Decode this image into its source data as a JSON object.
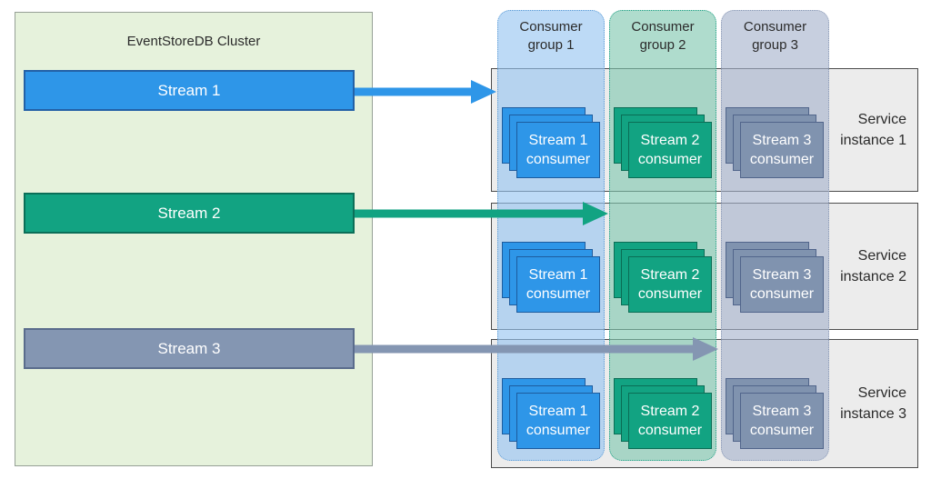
{
  "cluster": {
    "title": "EventStoreDB Cluster",
    "streams": [
      {
        "label": "Stream 1"
      },
      {
        "label": "Stream 2"
      },
      {
        "label": "Stream 3"
      }
    ]
  },
  "consumer_groups": [
    {
      "header": "Consumer group 1",
      "consumer_label": "Stream 1 consumer"
    },
    {
      "header": "Consumer group 2",
      "consumer_label": "Stream 2 consumer"
    },
    {
      "header": "Consumer group 3",
      "consumer_label": "Stream 3 consumer"
    }
  ],
  "service_instances": [
    {
      "label": "Service instance 1"
    },
    {
      "label": "Service instance 2"
    },
    {
      "label": "Service instance 3"
    }
  ],
  "colors": {
    "stream1": "#2e96e8",
    "stream1_border": "#1d5c9e",
    "stream2": "#12a382",
    "stream2_border": "#0a6d55",
    "stream3": "#8496b2",
    "stream3_border": "#51658b",
    "cluster_bg": "#e6f2dc",
    "group1_bg": "#c7e0f4",
    "group2_bg": "#c3e2d5",
    "group3_bg": "#cdd4e1",
    "service_row_bg": "#ececec"
  }
}
